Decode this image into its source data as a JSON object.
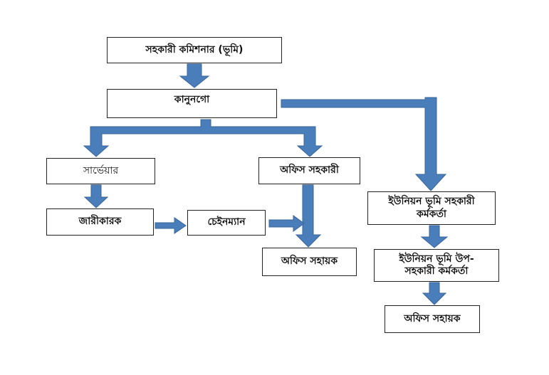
{
  "diagram": {
    "nodes": {
      "ac_land": "সহকারী কমিশনার (ভূমি)",
      "kanungo": "কানুনগো",
      "surveyor": "সার্ভেয়ার",
      "office_assistant": "অফিস সহকারী",
      "jarikarak": "জারীকারক",
      "chainman": "চেইনম্যান",
      "office_helper_mid": "অফিস সহায়ক",
      "union_land_officer": "ইউনিয়ন ভূমি সহকারী কর্মকর্তা",
      "union_land_sub_officer": "ইউনিয়ন ভূমি উপ-সহকারী কর্মকর্তা",
      "office_helper_right": "অফিস সহায়ক"
    },
    "edges": [
      [
        "ac_land",
        "kanungo"
      ],
      [
        "kanungo",
        "surveyor"
      ],
      [
        "kanungo",
        "office_assistant"
      ],
      [
        "kanungo",
        "union_land_officer"
      ],
      [
        "surveyor",
        "jarikarak"
      ],
      [
        "jarikarak",
        "chainman"
      ],
      [
        "chainman",
        "office_helper_mid"
      ],
      [
        "office_assistant",
        "office_helper_mid"
      ],
      [
        "union_land_officer",
        "union_land_sub_officer"
      ],
      [
        "union_land_sub_officer",
        "office_helper_right"
      ]
    ],
    "arrow_color": "#4a7ebb"
  }
}
